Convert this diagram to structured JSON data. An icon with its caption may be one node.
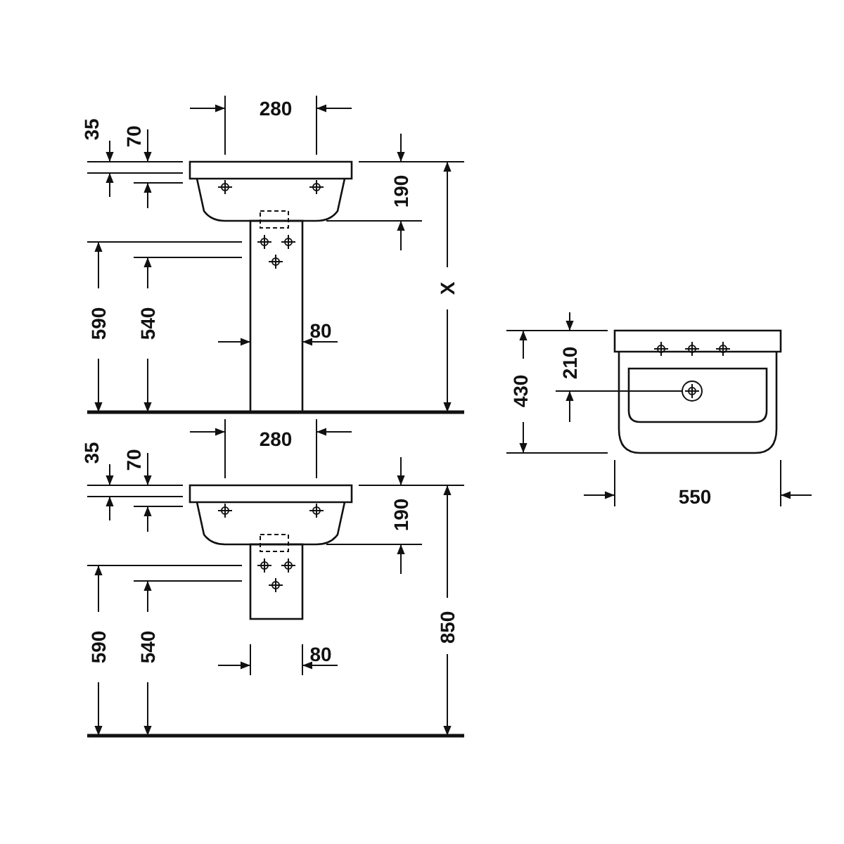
{
  "diagram": {
    "labels": [
      "280",
      "35",
      "70",
      "190",
      "X",
      "590",
      "540",
      "80",
      "210",
      "430",
      "550",
      "280",
      "35",
      "70",
      "190",
      "590",
      "540",
      "850",
      "80"
    ]
  }
}
